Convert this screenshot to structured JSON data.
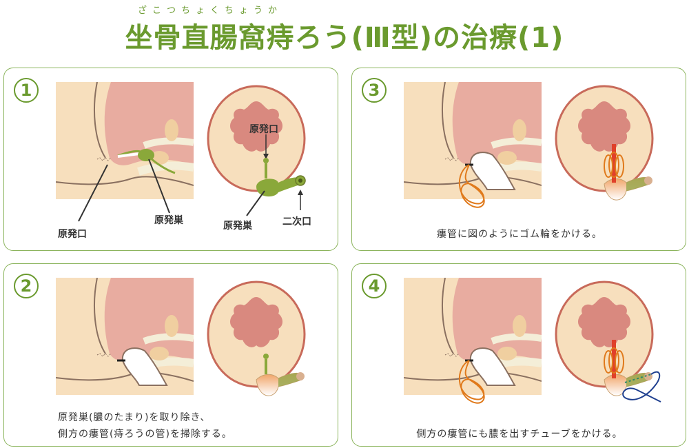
{
  "title": {
    "ruby": "ざこつちょくちょうか",
    "text": "坐骨直腸窩痔ろう(Ⅲ型)の治療(1)"
  },
  "colors": {
    "accent": "#6a9a2e",
    "border": "#8bb45c",
    "skin": "#f7dfbd",
    "rectum": "#e8aca0",
    "mucosa": "#d9897f",
    "fistula": "#8aa83a",
    "rubber_band": "#e07a1c",
    "tube": "#1f3f8f",
    "tube_dotted": "#2f8a6a"
  },
  "panels": [
    {
      "number": "1",
      "labels": {
        "primary_opening_left": "原発口",
        "primary_focus_left": "原発巣",
        "primary_opening_right": "原発口",
        "primary_focus_right": "原発巣",
        "secondary_opening": "二次口"
      }
    },
    {
      "number": "2",
      "caption_line1": "原発巣(膿のたまり)を取り除き、",
      "caption_line2": "側方の瘻管(痔ろうの管)を掃除する。"
    },
    {
      "number": "3",
      "caption": "瘻管に図のようにゴム輪をかける。"
    },
    {
      "number": "4",
      "caption": "側方の瘻管にも膿を出すチューブをかける。"
    }
  ]
}
